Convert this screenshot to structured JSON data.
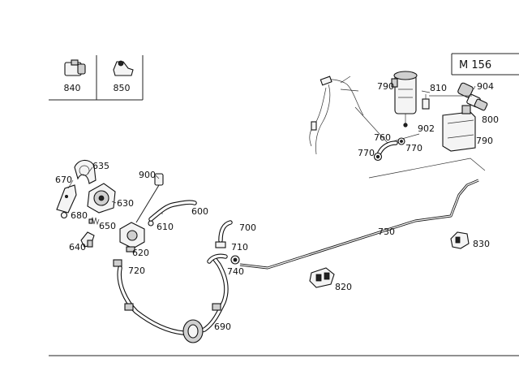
{
  "model_label": "M 156",
  "inset_labels": [
    "840",
    "850"
  ],
  "callouts": {
    "c790a": "790",
    "c810": "810",
    "c904": "904",
    "c800": "800",
    "c902": "902",
    "c790b": "790",
    "c760": "760",
    "c770a": "770",
    "c770b": "770",
    "c635": "635",
    "c670": "670",
    "c900": "900",
    "c630": "630",
    "c600": "600",
    "c680": "680",
    "c650": "650",
    "c610": "610",
    "c700": "700",
    "c640": "640",
    "c710": "710",
    "c620": "620",
    "c730": "730",
    "c830": "830",
    "c740": "740",
    "c720": "720",
    "c820": "820",
    "c690": "690"
  }
}
